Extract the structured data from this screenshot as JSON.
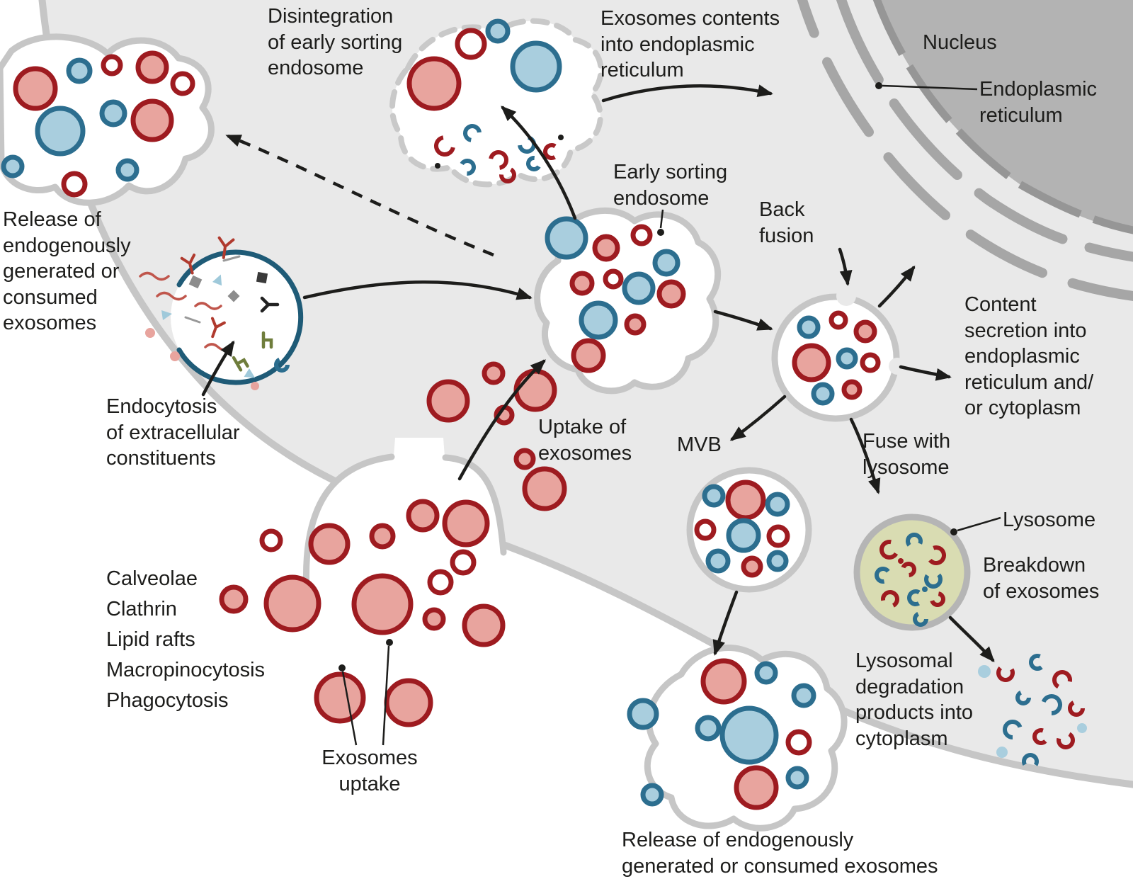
{
  "figure": {
    "type": "biology-pathway-diagram",
    "subject": "Exosome uptake, sorting and degradation in a cell"
  },
  "colors": {
    "background": "#ffffff",
    "cytoplasm": "#e9e9e9",
    "membrane": "#c6c6c6",
    "nucleus_fill": "#b3b3b3",
    "er_gray": "#a6a6a6",
    "exosome_red": "#9e1b20",
    "exosome_pink": "#e8a49e",
    "exosome_blue": "#2c6e8f",
    "exosome_lightblue": "#a9cede",
    "lysosome_fill": "#d9dcb2",
    "line_black": "#1d1d1b"
  },
  "labels": {
    "release_top": "Release of\nendogenously\ngenerated or\nconsumed\nexosomes",
    "endocytosis": "Endocytosis\nof extracellular\nconstituents",
    "disintegration": "Disintegration\nof early sorting\nendosome",
    "exosome_contents_er": "Exosomes contents\ninto endoplasmic\nreticulum",
    "nucleus": "Nucleus",
    "endoplasmic_reticulum": "Endoplasmic\nreticulum",
    "early_sorting_endosome": "Early sorting\nendosome",
    "back_fusion": "Back\nfusion",
    "content_secretion": "Content\nsecretion into\nendoplasmic\nreticulum and/\nor cytoplasm",
    "mvb": "MVB",
    "fuse_with_lysosome": "Fuse with\nlysosome",
    "lysosome": "Lysosome",
    "breakdown": "Breakdown\nof exosomes",
    "lysosomal_degradation": "Lysosomal\ndegradation\nproducts into\ncytoplasm",
    "uptake_of_exosomes": "Uptake of\nexosomes",
    "mechanisms": [
      "Calveolae",
      "Clathrin",
      "Lipid rafts",
      "Macropinocytosis",
      "Phagocytosis"
    ],
    "exosomes_uptake": "Exosomes\nuptake",
    "release_bottom": "Release of endogenously\ngenerated or consumed exosomes"
  }
}
